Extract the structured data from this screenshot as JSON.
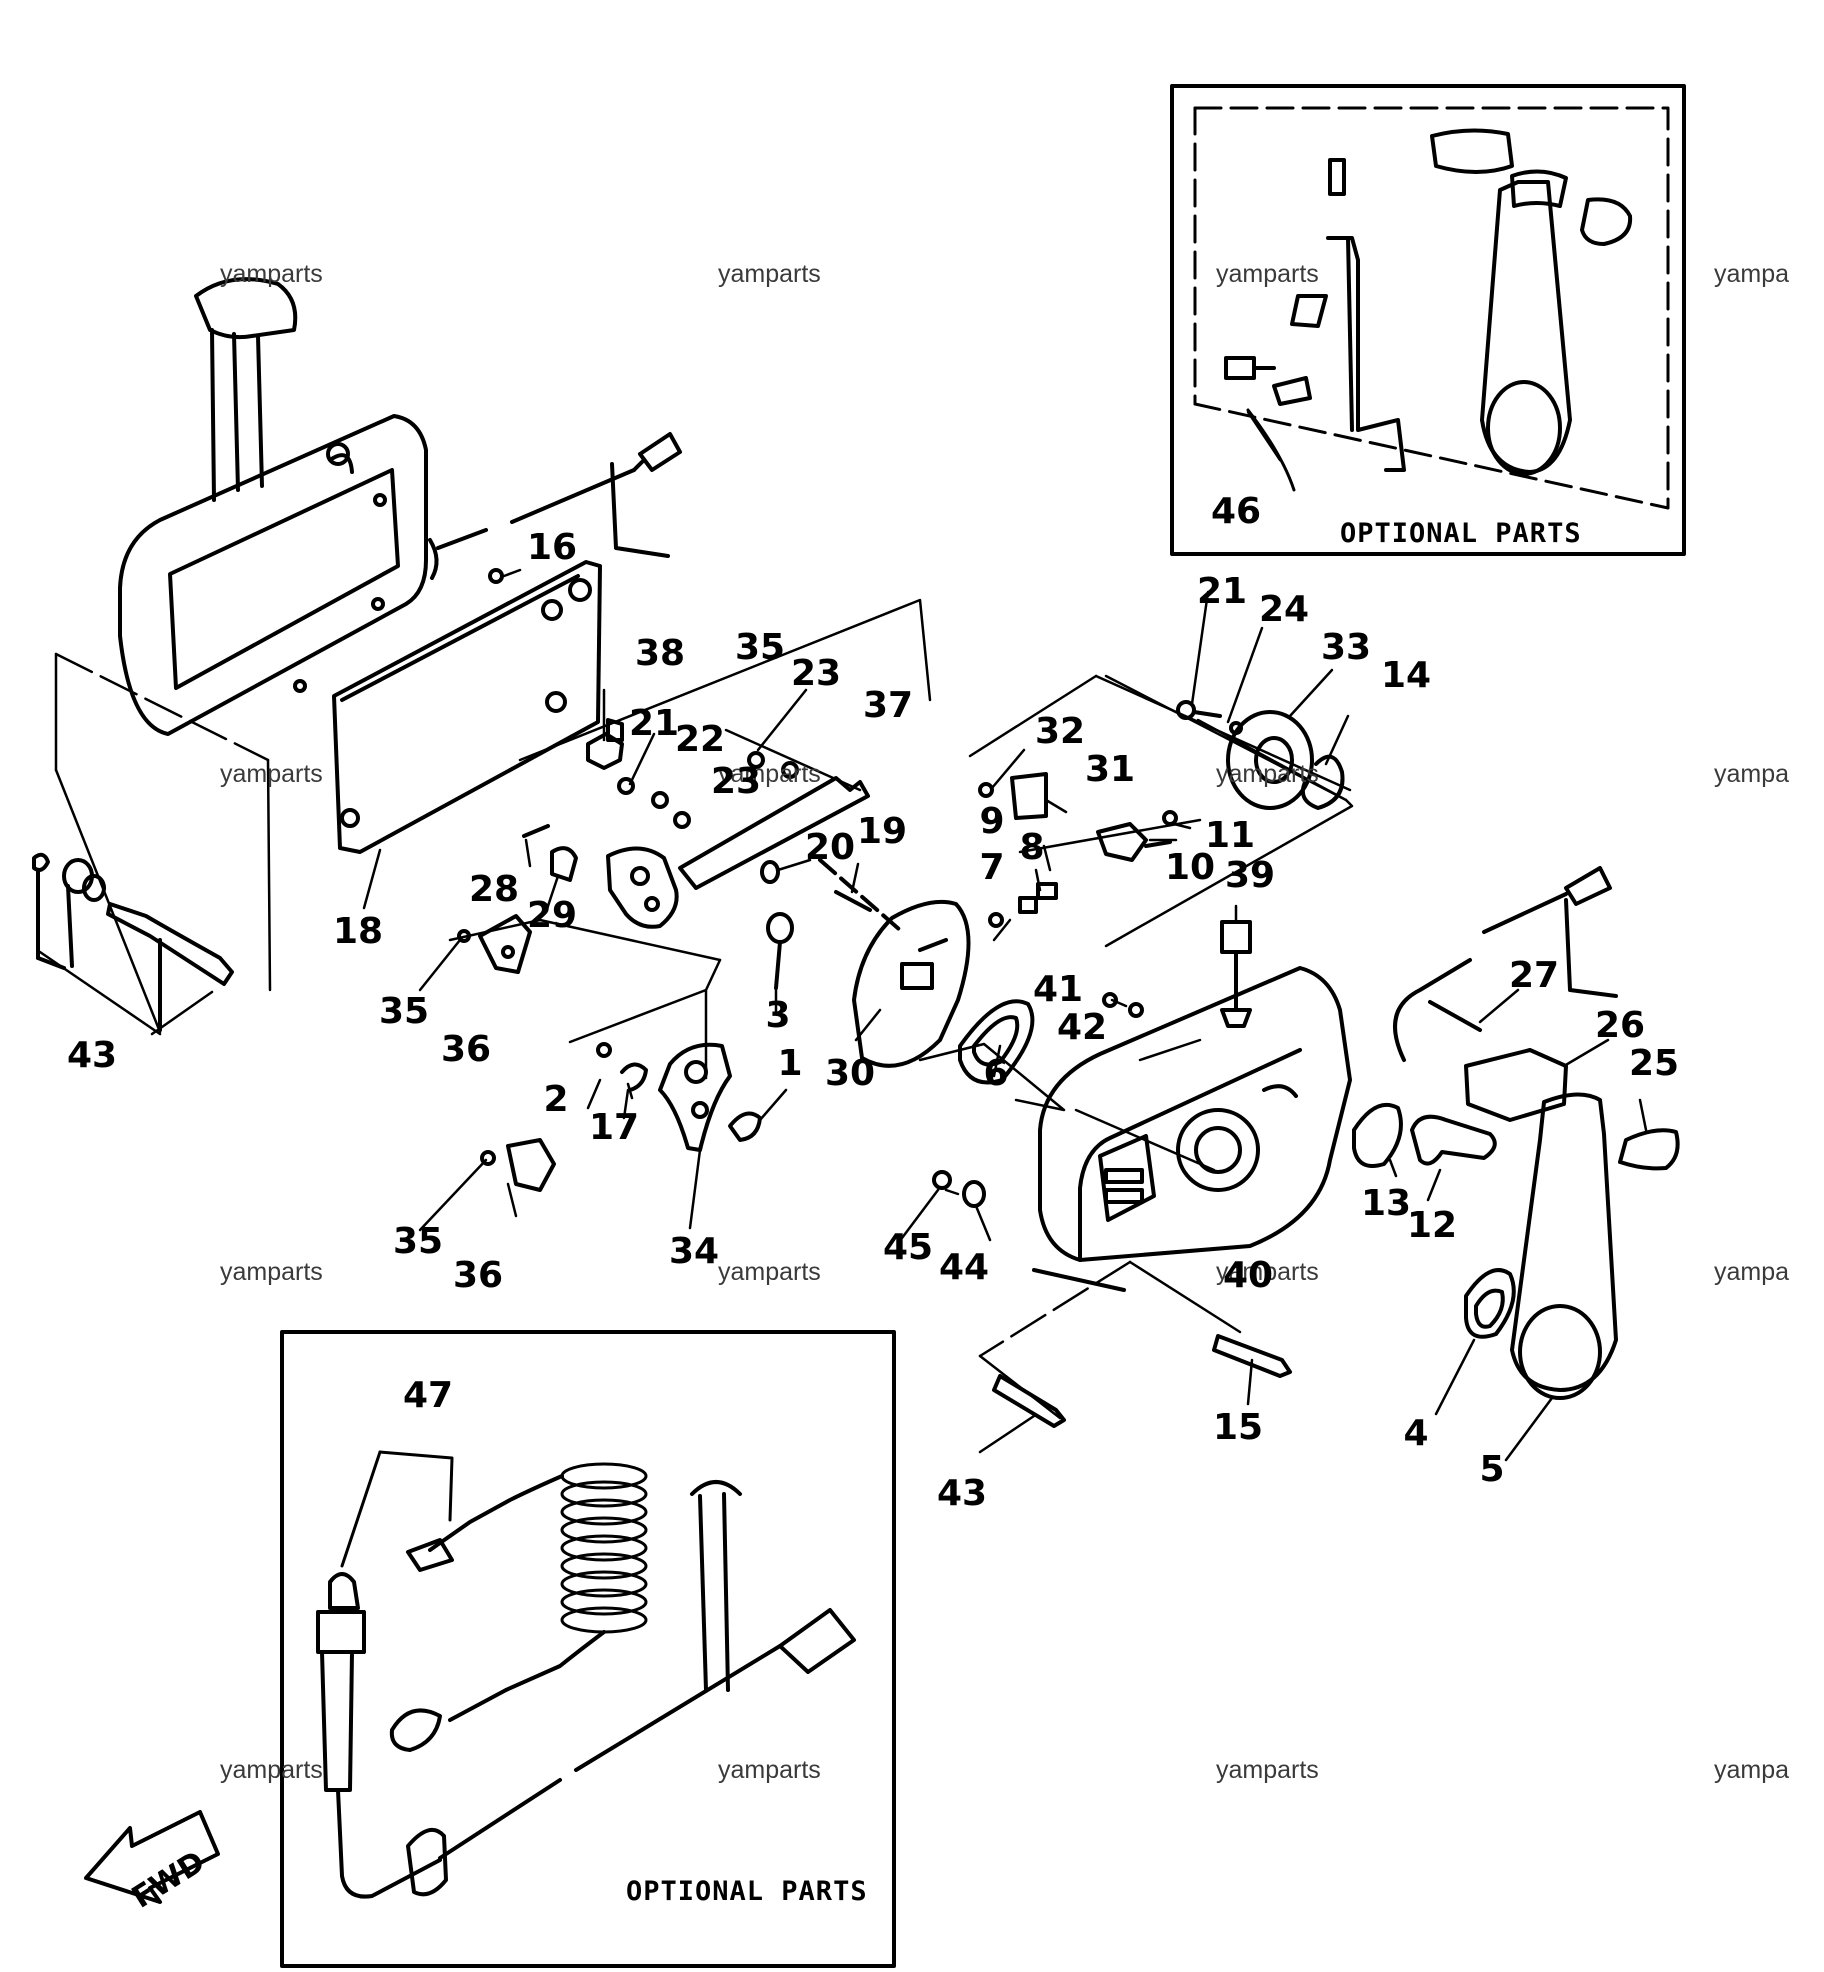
{
  "watermark": "yamparts",
  "watermark_clipped": "yampa",
  "optional_box_top": {
    "title": "OPTIONAL PARTS",
    "part_number": "46"
  },
  "optional_box_bottom": {
    "title": "OPTIONAL PARTS",
    "part_number": "47"
  },
  "direction_arrow": "FWD",
  "callouts": [
    "1",
    "2",
    "3",
    "4",
    "5",
    "6",
    "7",
    "8",
    "9",
    "10",
    "11",
    "12",
    "13",
    "14",
    "15",
    "16",
    "17",
    "18",
    "19",
    "20",
    "21",
    "22",
    "23",
    "24",
    "25",
    "26",
    "27",
    "28",
    "29",
    "30",
    "31",
    "32",
    "33",
    "34",
    "35",
    "36",
    "37",
    "38",
    "39",
    "40",
    "41",
    "42",
    "43",
    "44",
    "45"
  ]
}
